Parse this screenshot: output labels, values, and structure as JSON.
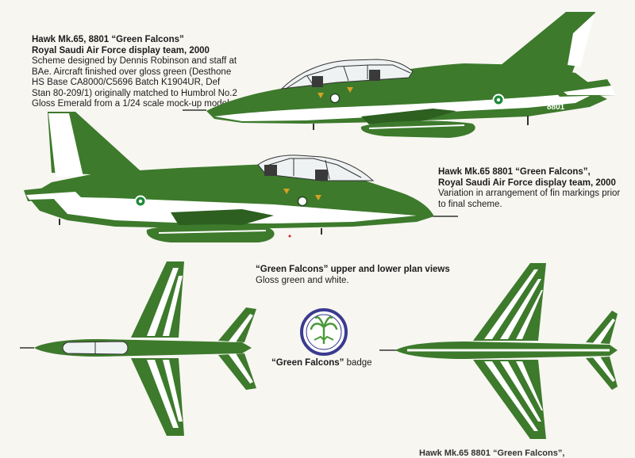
{
  "captions": {
    "side1": {
      "title_line1": "Hawk Mk.65, 8801 “Green Falcons”",
      "title_line2": "Royal Saudi Air Force display team, 2000",
      "body": "Scheme designed by Dennis Robinson and staff at BAe. Aircraft finished over gloss green (Desthone HS Base CA8000/C5696 Batch K1904UR, Def Stan 80-209/1) originally matched to Humbrol No.2 Gloss Emerald from a 1/24 scale mock-up model."
    },
    "side2": {
      "title_line1": "Hawk Mk.65 8801 “Green Falcons”,",
      "title_line2": "Royal Saudi Air Force display team, 2000",
      "body": "Variation in arrangement of fin markings prior to final scheme."
    },
    "plan": {
      "title": "“Green Falcons”  upper and lower plan views",
      "body": "Gloss green and white."
    },
    "badge": {
      "name": "“Green Falcons”",
      "suffix": " badge"
    },
    "footer_fragment": "Hawk Mk.65 8801 “Green Falcons”,"
  },
  "aircraft": {
    "serial": "8801",
    "colors": {
      "green": "#3d7a2c",
      "green_dark": "#2c5f20",
      "white": "#ffffff",
      "roundel_outer": "#1e8a3a",
      "roundel_ring": "#ffffff",
      "chevron": "#d6a123",
      "badge_ring": "#3a3b8f",
      "badge_bg": "#ffffff",
      "badge_leaf": "#4a9a3a"
    }
  }
}
